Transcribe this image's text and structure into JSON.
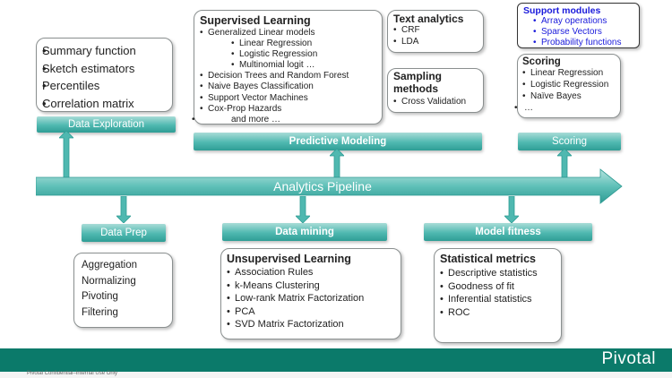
{
  "data_exploration": {
    "items": [
      "Summary function",
      "Sketch estimators",
      "Percentiles",
      "Correlation matrix"
    ],
    "label": "Data Exploration"
  },
  "supervised": {
    "title": "Supervised Learning",
    "items": [
      {
        "text": "Generalized Linear models",
        "level": 1
      },
      {
        "text": "Linear Regression",
        "level": 2
      },
      {
        "text": "Logistic Regression",
        "level": 2
      },
      {
        "text": "Multinomial logit …",
        "level": 2
      },
      {
        "text": "Decision Trees and Random Forest",
        "level": 1
      },
      {
        "text": "Naive Bayes Classification",
        "level": 1
      },
      {
        "text": "Support Vector Machines",
        "level": 1
      },
      {
        "text": "Cox-Prop Hazards",
        "level": 1
      },
      {
        "text": "and more …",
        "level": 3
      }
    ]
  },
  "text_analytics": {
    "title": "Text analytics",
    "items": [
      "CRF",
      "LDA"
    ]
  },
  "sampling": {
    "title": "Sampling methods",
    "items": [
      "Cross Validation"
    ]
  },
  "support_modules": {
    "title": "Support modules",
    "items": [
      "Array operations",
      "Sparse Vectors",
      "Probability functions"
    ],
    "color": "#1a1adb"
  },
  "scoring_box": {
    "title": "Scoring",
    "items": [
      "Linear Regression",
      "Logistic Regression",
      "Naïve Bayes",
      "…"
    ]
  },
  "labels": {
    "predictive": "Predictive Modeling",
    "scoring": "Scoring",
    "pipeline": "Analytics Pipeline",
    "data_prep": "Data Prep",
    "data_mining": "Data mining",
    "model_fitness": "Model fitness"
  },
  "data_prep": {
    "items": [
      "Aggregation",
      "Normalizing",
      "Pivoting",
      "Filtering"
    ]
  },
  "unsupervised": {
    "title": "Unsupervised Learning",
    "items": [
      "Association Rules",
      "k-Means Clustering",
      "Low-rank Matrix Factorization",
      "PCA",
      "SVD Matrix Factorization"
    ]
  },
  "statistical": {
    "title": "Statistical metrics",
    "items": [
      "Descriptive statistics",
      "Goodness of fit",
      "Inferential statistics",
      "ROC"
    ]
  },
  "footer": {
    "logo": "Pivotal",
    "confidential": "Pivotal Confidential–Internal Use Only"
  },
  "colors": {
    "teal": "#3aaea6",
    "footer": "#0b7a6a"
  }
}
